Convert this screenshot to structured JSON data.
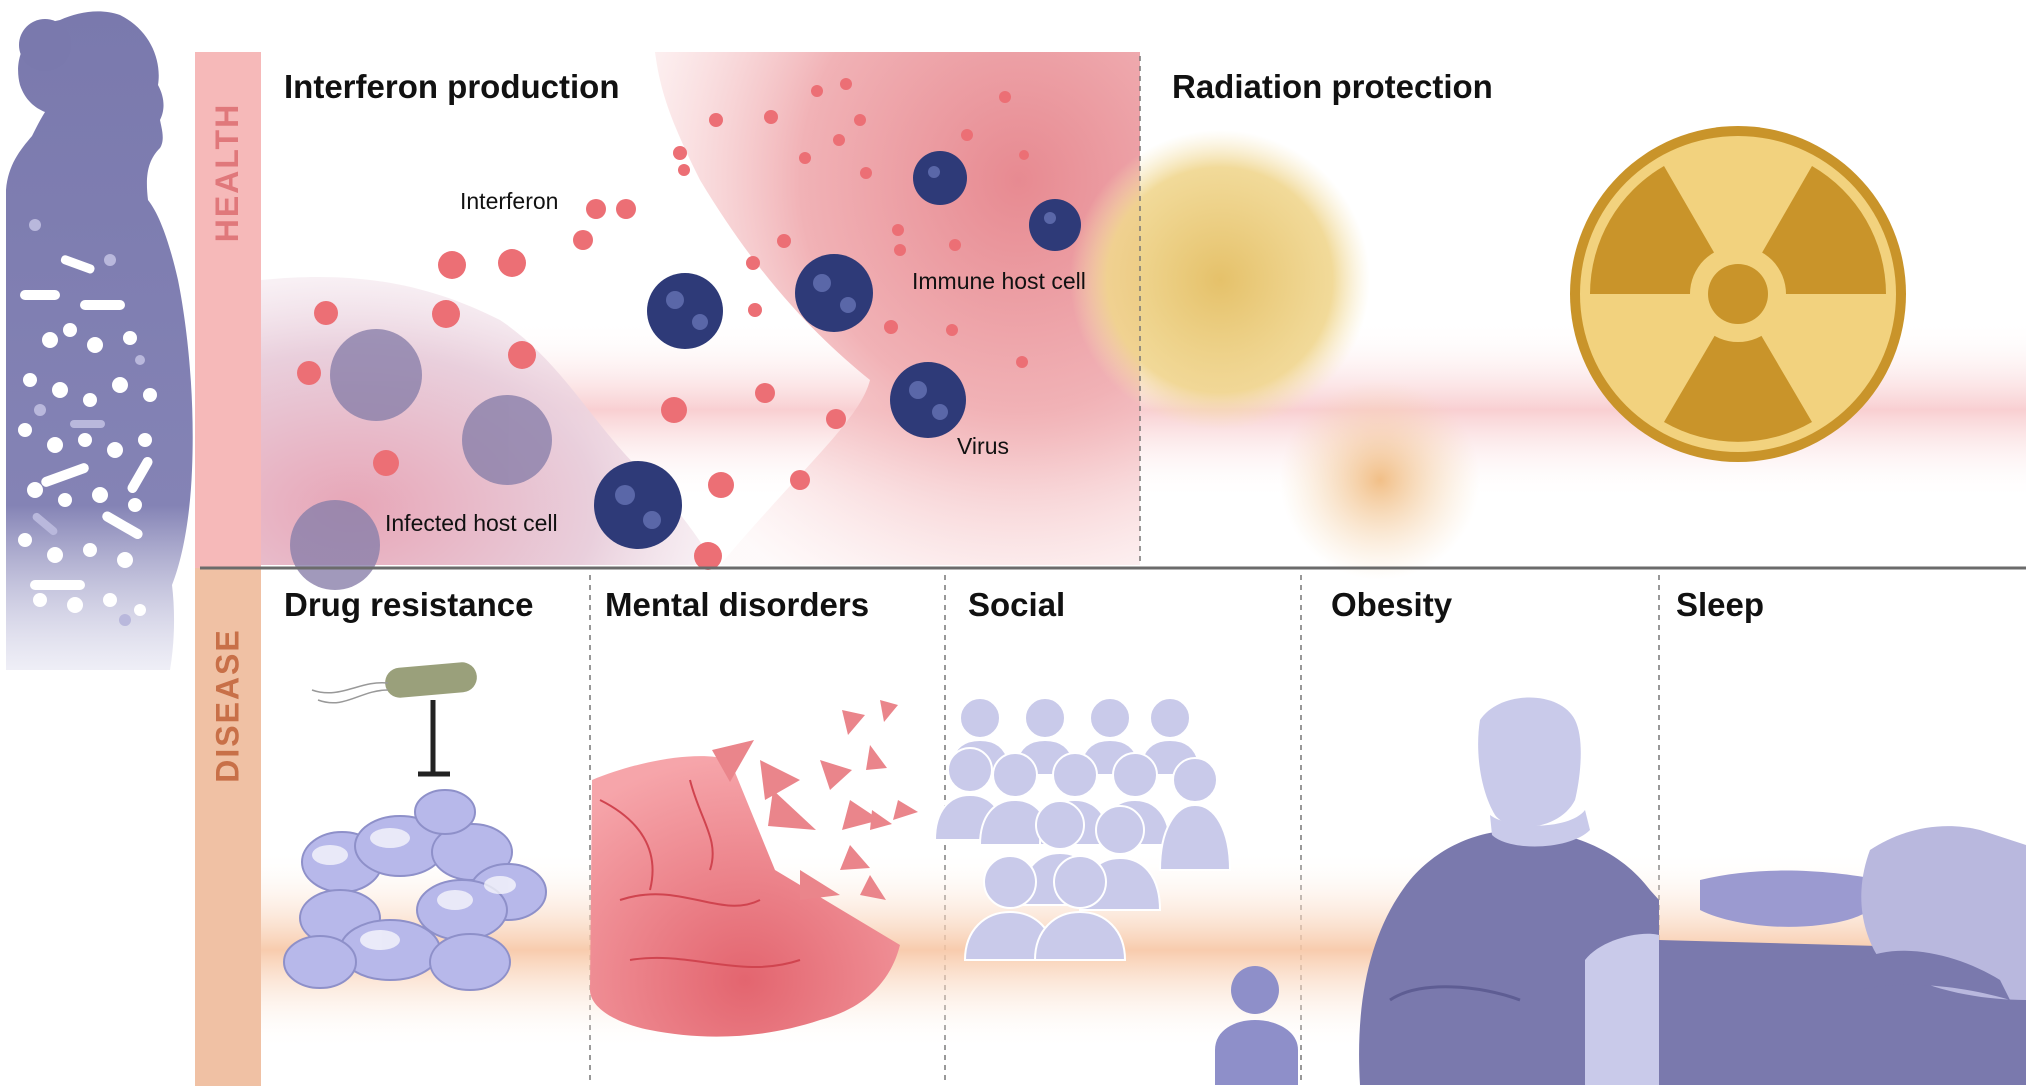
{
  "side_labels": {
    "health": "HEALTH",
    "disease": "DISEASE"
  },
  "health": {
    "interferon": {
      "title": "Interferon production",
      "labels": {
        "interferon": "Interferon",
        "immune_cell": "Immune host cell",
        "virus": "Virus",
        "infected_cell": "Infected host cell"
      }
    },
    "radiation": {
      "title": "Radiation protection"
    }
  },
  "disease": {
    "drug_resistance": {
      "title": "Drug resistance"
    },
    "mental": {
      "title": "Mental disorders"
    },
    "social": {
      "title": "Social"
    },
    "obesity": {
      "title": "Obesity"
    },
    "sleep": {
      "title": "Sleep"
    }
  },
  "colors": {
    "health_band": "#f6b9b9",
    "health_text": "#e0787b",
    "disease_band": "#f0c1a4",
    "disease_text": "#c87048",
    "silhouette": "#7a79ad",
    "virus": "#2e3a78",
    "interferon_dot": "#ec6f75",
    "radiation_gold": "#d9a531",
    "light_lavender": "#c9caea"
  }
}
